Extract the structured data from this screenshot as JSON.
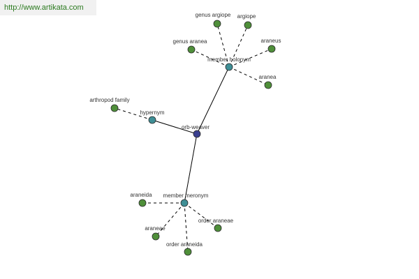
{
  "watermark": "http://www.artikata.com",
  "colors": {
    "root": "#3a3f8f",
    "relation": "#3f8f96",
    "leaf": "#4f8f3a"
  },
  "graph": {
    "center": "orb-weaver",
    "relations": [
      {
        "label": "member holonym",
        "leaves": [
          "genus argiope",
          "argiope",
          "genus aranea",
          "araneus",
          "aranea"
        ]
      },
      {
        "label": "hypernym",
        "leaves": [
          "arthropod family"
        ]
      },
      {
        "label": "member meronym",
        "leaves": [
          "araneida",
          "araneae",
          "order araneae",
          "order araneida"
        ]
      }
    ]
  }
}
